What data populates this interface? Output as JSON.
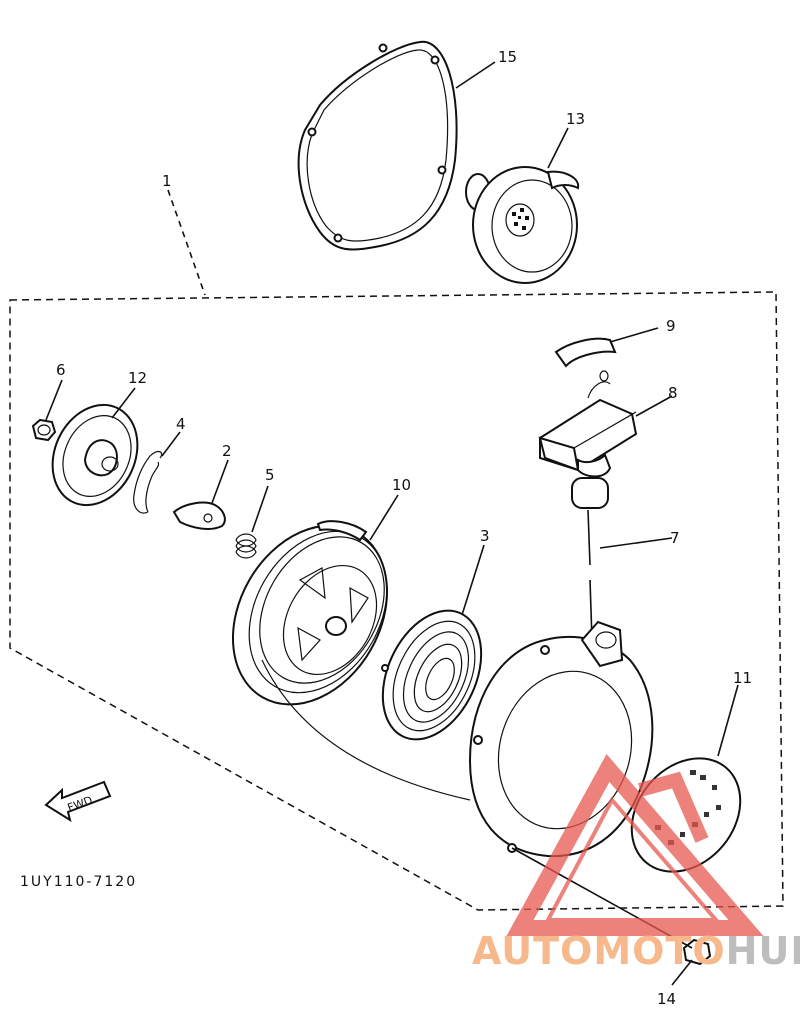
{
  "diagram": {
    "part_labels": [
      "1",
      "2",
      "3",
      "4",
      "5",
      "6",
      "7",
      "8",
      "9",
      "10",
      "11",
      "12",
      "13",
      "14",
      "15"
    ],
    "direction_marker": "FWD",
    "drawing_code": "1UY110-7120"
  },
  "watermark": {
    "text_part_a": "AUTOMOTO",
    "text_part_b": "HUB",
    "color_a": "#f7b98c",
    "color_b": "#bdbdbd",
    "logo_color": "#e8574f"
  }
}
